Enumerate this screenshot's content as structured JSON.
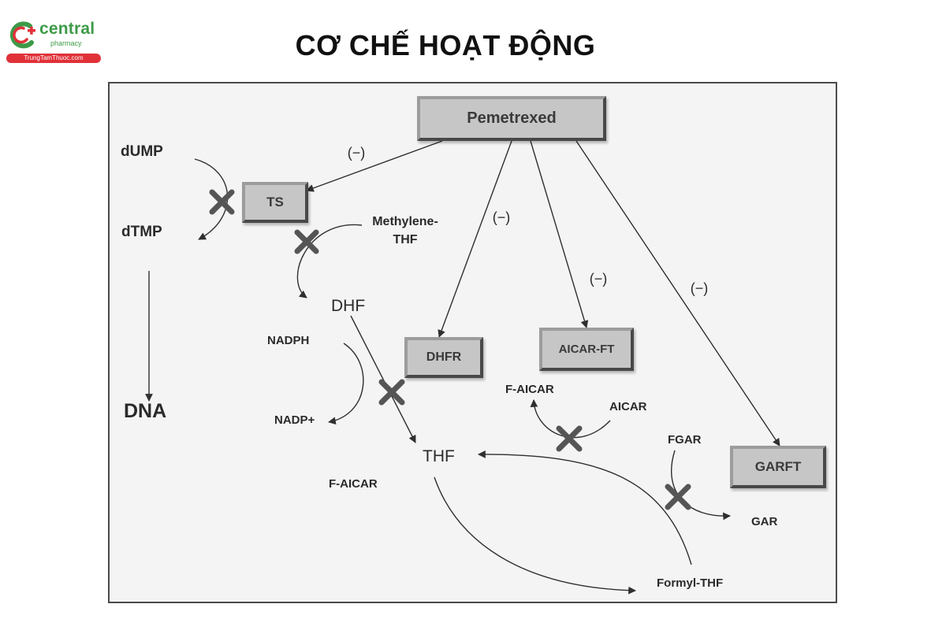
{
  "header": {
    "title": "CƠ CHẾ HOẠT ĐỘNG",
    "logo": {
      "word": "central",
      "sub": "pharmacy",
      "bar_text": "TrungTamThuoc.com",
      "colors": {
        "green": "#3d9a48",
        "red": "#e03138"
      }
    }
  },
  "diagram": {
    "drug": "Pemetrexed",
    "enzymes": {
      "ts": "TS",
      "dhfr": "DHFR",
      "aicar_ft": "AICAR-FT",
      "garft": "GARFT"
    },
    "inhibition_mark": "(−)",
    "metabolites": {
      "dump": "dUMP",
      "dtmp": "dTMP",
      "dna": "DNA",
      "methylene_thf_1": "Methylene-",
      "methylene_thf_2": "THF",
      "dhf": "DHF",
      "nadph": "NADPH",
      "nadp": "NADP+",
      "thf": "THF",
      "f_aicar_left": "F-AICAR",
      "f_aicar_right": "F-AICAR",
      "aicar": "AICAR",
      "fgar": "FGAR",
      "gar": "GAR",
      "formyl_thf": "Formyl-THF"
    },
    "colors": {
      "box_fill": "#c6c6c6",
      "line": "#2f2f2f",
      "cross": "#555555",
      "background": "#f4f4f4"
    }
  }
}
